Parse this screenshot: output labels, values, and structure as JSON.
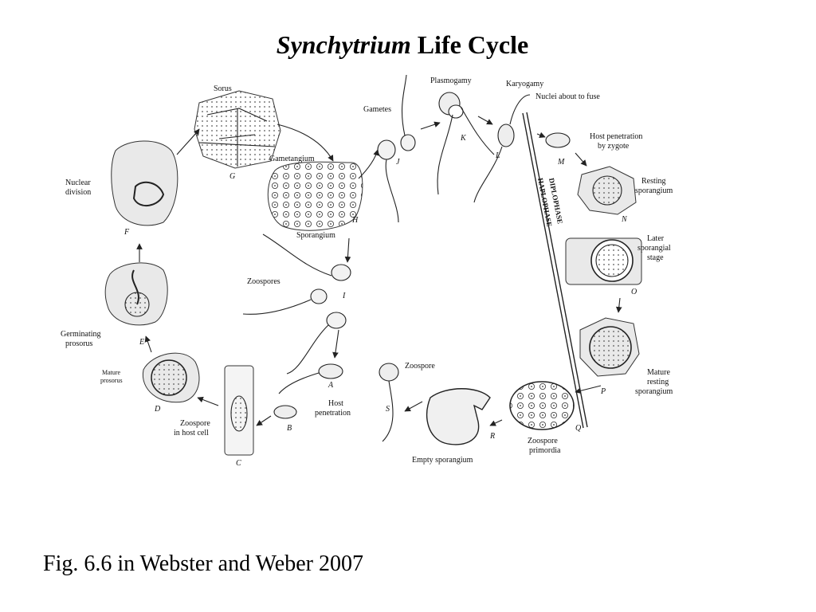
{
  "title": {
    "italic": "Synchytrium",
    "rest": " Life Cycle"
  },
  "caption": "Fig. 6.6 in Webster and Weber 2007",
  "diagram": {
    "labels": {
      "sorus": "Sorus",
      "gametangium": "Gametangium",
      "sporangium": "Sporangium",
      "zoospores": "Zoospores",
      "gametes": "Gametes",
      "plasmogamy": "Plasmogamy",
      "karyogamy": "Karyogamy",
      "nuclei": "Nuclei about to fuse",
      "host_pen_1": "Host penetration",
      "host_pen_2": "by zygote",
      "resting_1": "Resting",
      "resting_2": "sporangium",
      "later_1": "Later",
      "later_2": "sporangial",
      "later_3": "stage",
      "mature_rest_1": "Mature",
      "mature_rest_2": "resting",
      "mature_rest_3": "sporangium",
      "zprim_1": "Zoospore",
      "zprim_2": "primordia",
      "empty": "Empty sporangium",
      "zoospore": "Zoospore",
      "hostpen_a_1": "Host",
      "hostpen_a_2": "penetration",
      "zhost_1": "Zoospore",
      "zhost_2": "in host cell",
      "mature_pro_1": "Mature",
      "mature_pro_2": "prosorus",
      "germ_1": "Germinating",
      "germ_2": "prosorus",
      "nuclear_1": "Nuclear",
      "nuclear_2": "division",
      "haplo": "HAPLOPHASE",
      "diplo": "DIPLOPHASE"
    },
    "letters": {
      "A": "A",
      "B": "B",
      "C": "C",
      "D": "D",
      "E": "E",
      "F": "F",
      "G": "G",
      "H": "H",
      "I": "I",
      "J": "J",
      "K": "K",
      "L": "L",
      "M": "M",
      "N": "N",
      "O": "O",
      "P": "P",
      "Q": "Q",
      "R": "R",
      "S": "S"
    }
  }
}
